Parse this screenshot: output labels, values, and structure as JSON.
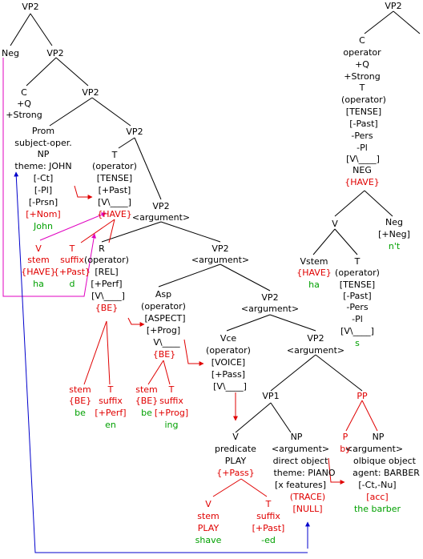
{
  "main_tree": {
    "root": "VP2",
    "neg": "Neg",
    "vp2_a": "VP2",
    "c": [
      "C",
      "+Q",
      "+Strong"
    ],
    "vp2_b": "VP2",
    "prom": [
      "Prom",
      "subject-oper.",
      "NP",
      "theme: JOHN",
      "[-Ct]",
      "[-Pl]",
      "[-Prsn]"
    ],
    "prom_red": "[+Nom]",
    "prom_green": "John",
    "vp2_c": "VP2",
    "t_node": [
      "T",
      "(operator)",
      "[TENSE]",
      "[+Past]",
      "[V\\____]"
    ],
    "t_red": "{HAVE}",
    "vp2_d": [
      "VP2",
      "<argument>"
    ],
    "v_stem": [
      "V",
      "stem",
      "{HAVE}"
    ],
    "v_stem_green": "ha",
    "t_suffix": [
      "T",
      "suffix",
      "{+Past}"
    ],
    "t_suffix_green": "d",
    "r_node": [
      "R",
      "(operator)",
      "[REL]",
      "[+Perf]",
      "[V\\____]"
    ],
    "r_red": "{BE}",
    "vp2_e": [
      "VP2",
      "<argument>"
    ],
    "be_stem": [
      "stem",
      "{BE}"
    ],
    "be_stem_green": "be",
    "en_suffix": [
      "T",
      "suffix",
      "[+Perf]"
    ],
    "en_suffix_green": "en",
    "asp_node": [
      "Asp",
      "(operator)",
      "[ASPECT]",
      "[+Prog]",
      "V\\____"
    ],
    "asp_red": "{BE}",
    "vp2_f": [
      "VP2",
      "<argument>"
    ],
    "be2_stem": [
      "stem",
      "{BE}"
    ],
    "be2_stem_green": "be",
    "ing_suffix": [
      "T",
      "suffix",
      "[+Prog]"
    ],
    "ing_suffix_green": "ing",
    "vce_node": [
      "Vce",
      "(operator)",
      "[VOICE]",
      "[+Pass]",
      "[V\\____]"
    ],
    "vp2_g": [
      "VP2",
      "<argument>"
    ],
    "vp1": "VP1",
    "pp": "PP",
    "pred": [
      "V",
      "predicate",
      "PLAY"
    ],
    "pred_red": "{+Pass}",
    "np_obj": [
      "NP",
      "<argument>",
      "direct object",
      "theme: PIANO",
      "[x features]"
    ],
    "np_obj_red": [
      "(TRACE)",
      "[NULL]"
    ],
    "p_label": "P",
    "p_word": "by",
    "np_agent": [
      "NP",
      "<argument>",
      "olbique object",
      "agent:  BARBER",
      "[-Ct,-Nu]"
    ],
    "np_agent_red": "[acc]",
    "np_agent_green": "the barber",
    "play_stem": [
      "V",
      "stem",
      "PLAY"
    ],
    "play_stem_green": "shave",
    "ed_suffix": [
      "T",
      "suffix",
      "[+Past]"
    ],
    "ed_suffix_green": "-ed"
  },
  "right_tree": {
    "root": "VP2",
    "c_node": [
      "C",
      "operator",
      "+Q",
      "+Strong",
      "T",
      "(operator)",
      "[TENSE]",
      "[-Past]",
      "-Pers",
      "-Pl",
      "[V\\____]",
      "NEG"
    ],
    "c_red": "{HAVE}",
    "v": "V",
    "neg": [
      "Neg",
      "[+Neg]"
    ],
    "neg_green": "n't",
    "vstem": [
      "Vstem",
      "{HAVE}"
    ],
    "vstem_green": "ha",
    "t_node": [
      "T",
      "(operator)",
      "[TENSE]",
      "[-Past]",
      "-Pers",
      "-Pl",
      "[V\\____]"
    ],
    "t_green": "s"
  },
  "colors": {
    "black": "#000000",
    "red": "#e00000",
    "green": "#00a000",
    "blue": "#0000cc",
    "magenta": "#e000c0"
  }
}
